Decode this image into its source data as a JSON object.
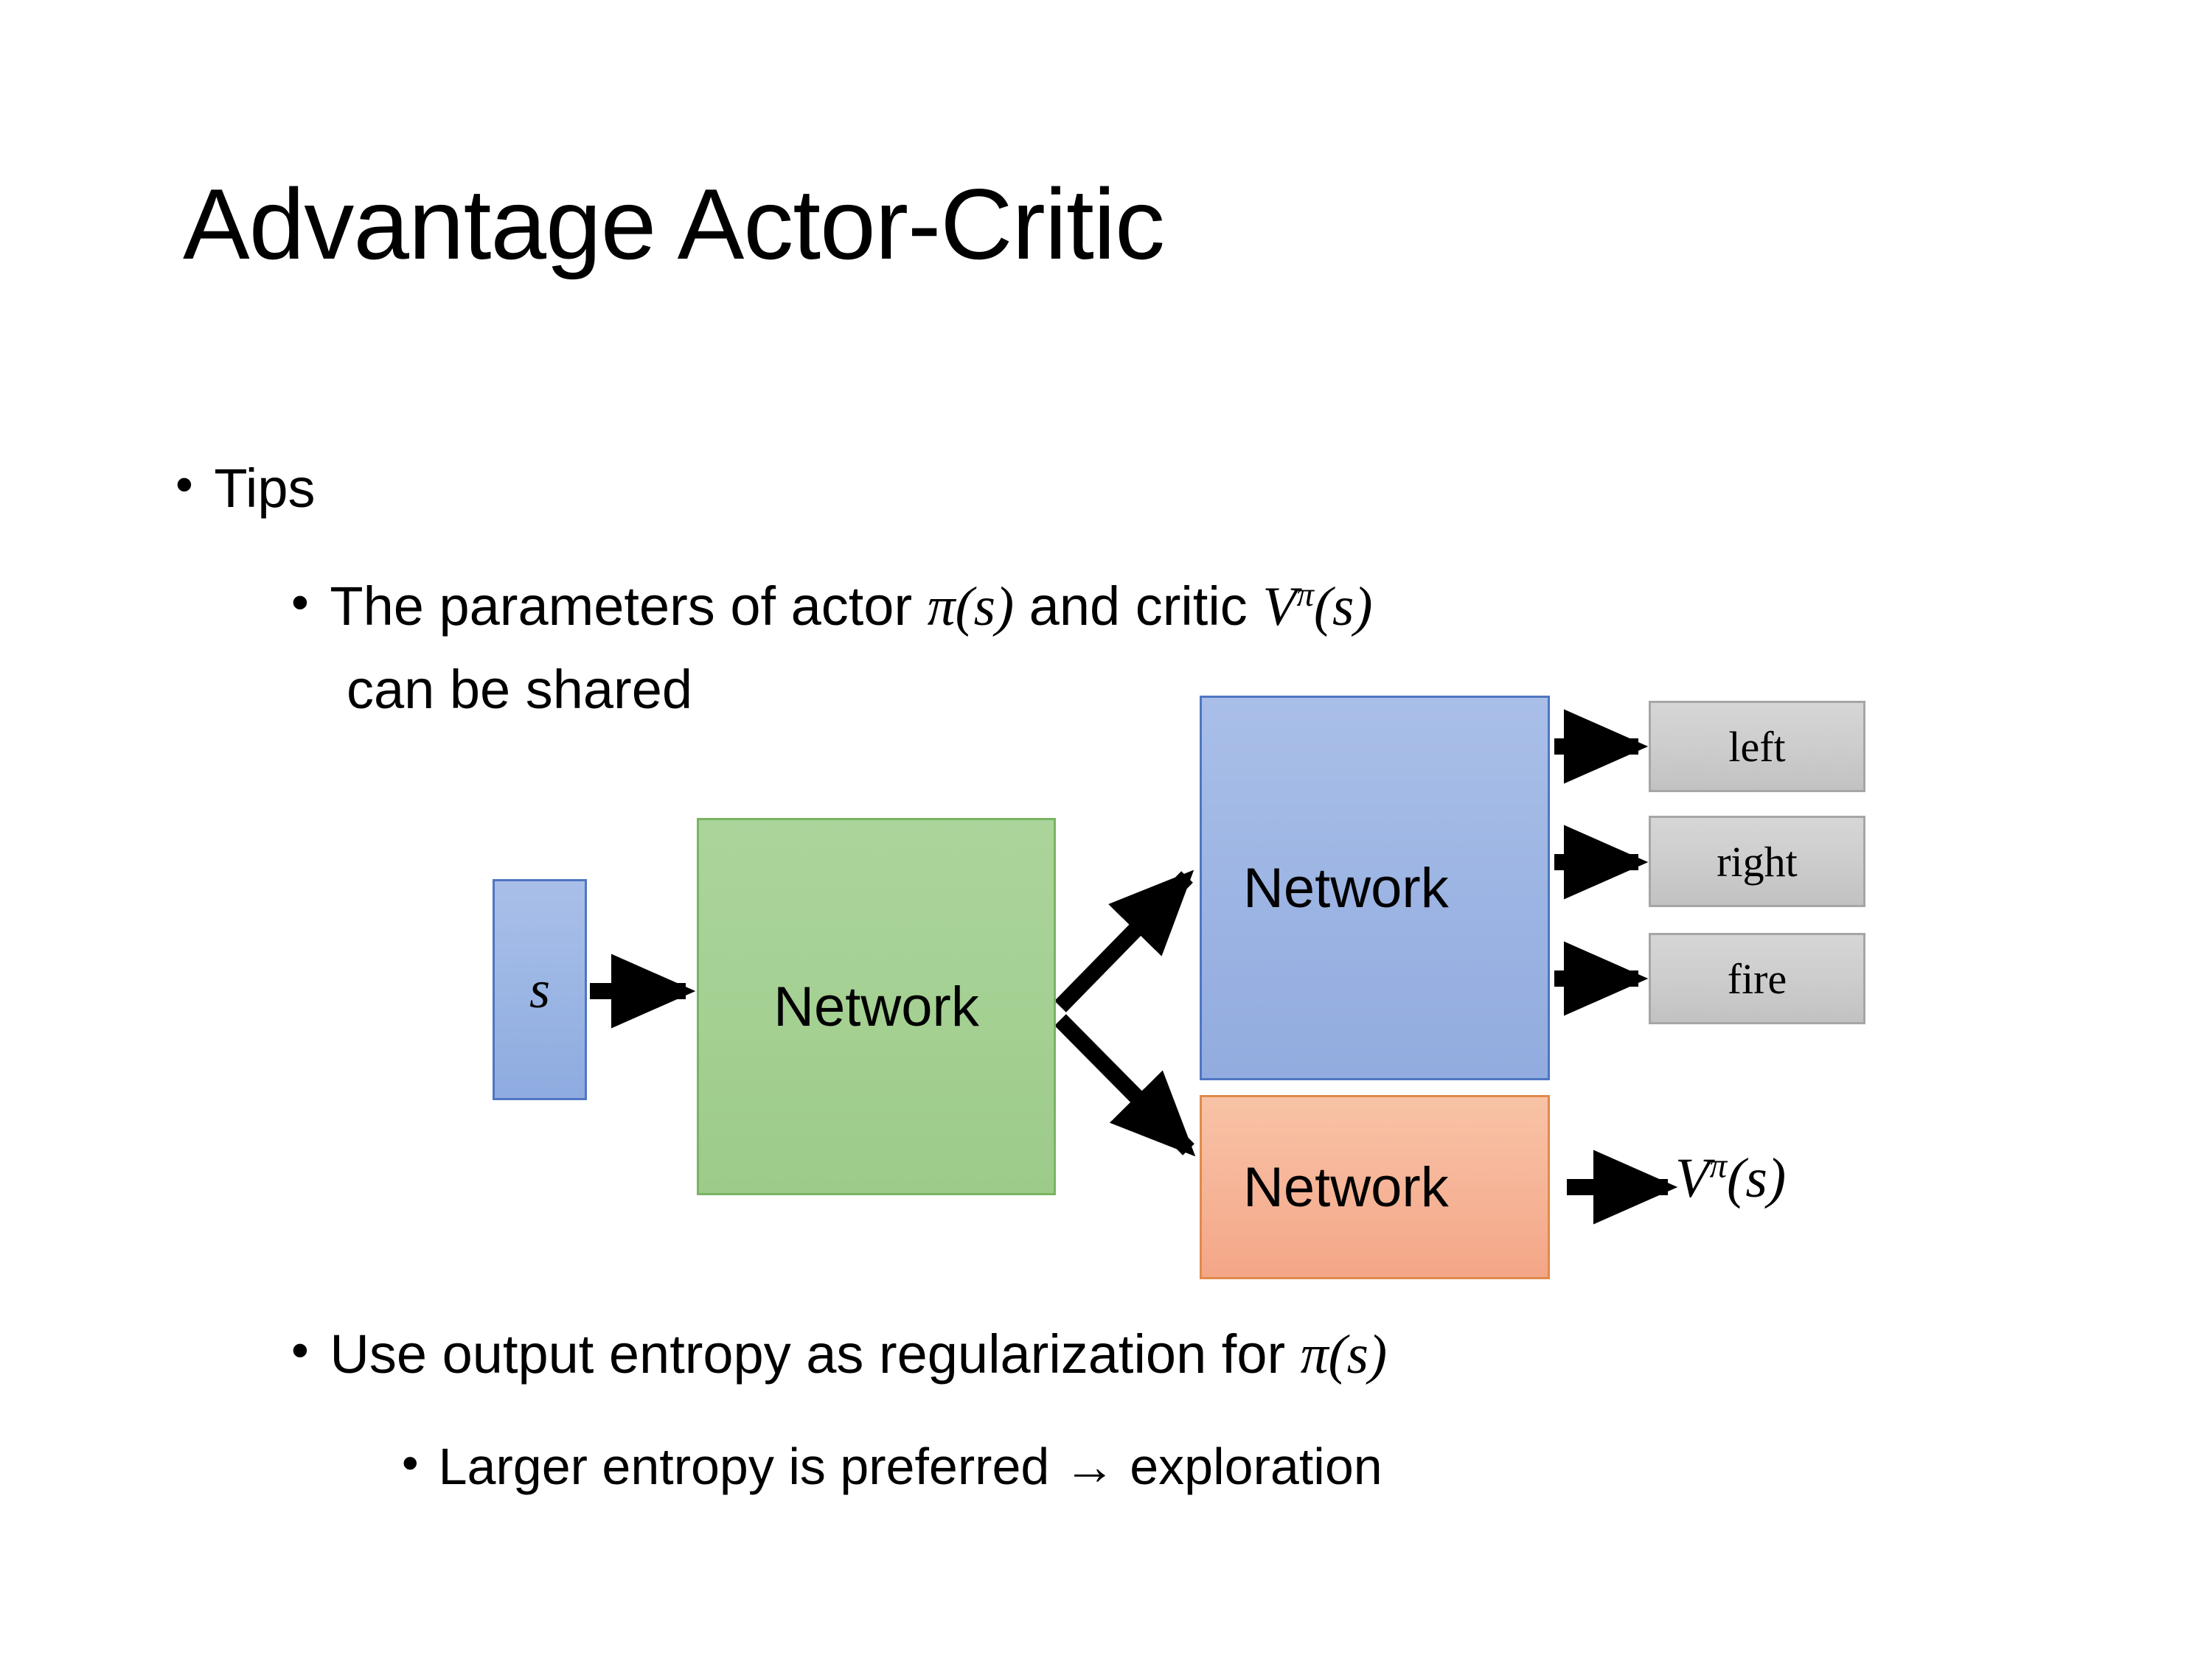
{
  "slide": {
    "title": "Advantage Actor-Critic",
    "background_color": "#ffffff",
    "text_color": "#000000"
  },
  "bullets": {
    "tips": {
      "marker": "•",
      "text": "Tips"
    },
    "parameters": {
      "marker": "•",
      "line1_prefix": "The parameters of actor ",
      "math_actor": "π(s)",
      "line1_middle": "  and critic ",
      "math_critic_base": "V",
      "math_critic_sup": "π",
      "math_critic_arg": "(s)",
      "line2": "can be shared"
    },
    "entropy": {
      "marker": "•",
      "text_prefix": "Use output entropy as regularization for ",
      "math": "π(s)"
    },
    "larger_entropy": {
      "marker": "•",
      "text": "Larger entropy is preferred → exploration"
    }
  },
  "diagram": {
    "state_node": {
      "label": "s",
      "fill_color": "#9ab5e4",
      "border_color": "#4f76c2"
    },
    "shared_network": {
      "label": "Network",
      "fill_color": "#a4d092",
      "border_color": "#79b463"
    },
    "actor_network": {
      "label": "Network",
      "fill_color": "#9cb4e3",
      "border_color": "#4f76c2"
    },
    "critic_network": {
      "label": "Network",
      "fill_color": "#f6b396",
      "border_color": "#e08a4b"
    },
    "actions": [
      {
        "label": "left",
        "fill_color": "#cdcdcd",
        "border_color": "#a6a6a6"
      },
      {
        "label": "right",
        "fill_color": "#cdcdcd",
        "border_color": "#a6a6a6"
      },
      {
        "label": "fire",
        "fill_color": "#cdcdcd",
        "border_color": "#a6a6a6"
      }
    ],
    "critic_output": {
      "base": "V",
      "superscript": "π",
      "argument": "(s)"
    },
    "arrow_color": "#000000"
  }
}
